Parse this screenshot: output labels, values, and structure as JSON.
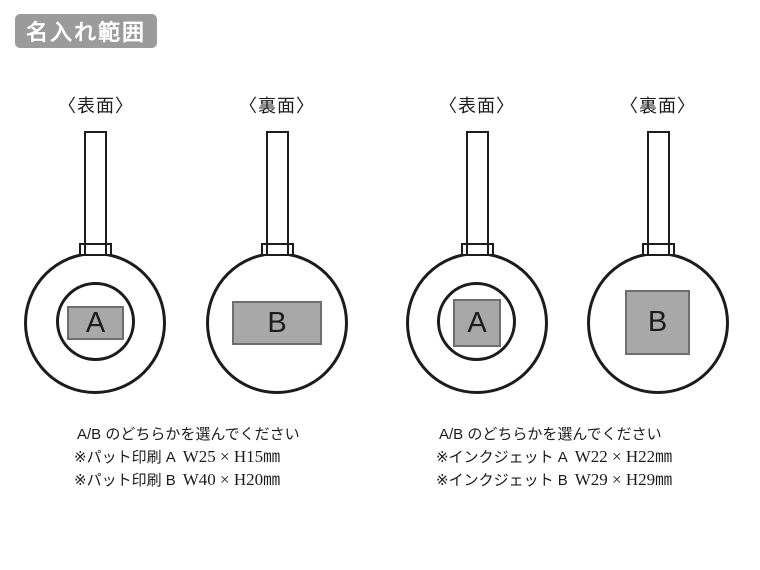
{
  "title_badge": {
    "label": "名入れ範囲",
    "bg_color": "#9b9b9b",
    "text_color": "#ffffff"
  },
  "colors": {
    "line": "#1c1c1c",
    "print_area_fill": "#a8a8a8",
    "print_area_border": "#6e6e6e",
    "background": "#ffffff"
  },
  "figures": [
    {
      "face_label": "〈表面〉",
      "print_label": "A",
      "style": "front-with-inner-ring"
    },
    {
      "face_label": "〈裏面〉",
      "print_label": "B",
      "style": "back-plain"
    },
    {
      "face_label": "〈表面〉",
      "print_label": "A",
      "style": "front-with-inner-ring"
    },
    {
      "face_label": "〈裏面〉",
      "print_label": "B",
      "style": "back-plain"
    }
  ],
  "notes": [
    {
      "choose": "A/B のどちらかを選んでください",
      "specs": [
        {
          "label": "※パット印刷 A",
          "size": "W25 × H15㎜"
        },
        {
          "label": "※パット印刷 B",
          "size": "W40 × H20㎜"
        }
      ]
    },
    {
      "choose": "A/B のどちらかを選んでください",
      "specs": [
        {
          "label": "※インクジェット A",
          "size": "W22 × H22㎜"
        },
        {
          "label": "※インクジェット B",
          "size": "W29 × H29㎜"
        }
      ]
    }
  ]
}
